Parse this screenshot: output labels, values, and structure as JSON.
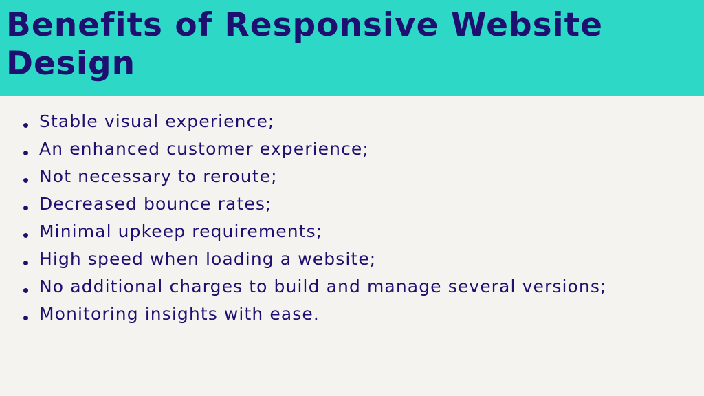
{
  "slide": {
    "title": "Benefits of Responsive Website Design",
    "bullets": [
      "Stable visual experience;",
      "An enhanced customer experience;",
      "Not necessary to reroute;",
      "Decreased bounce rates;",
      "Minimal upkeep requirements;",
      "High speed when loading a website;",
      "No additional charges to build and manage several versions;",
      "Monitoring insights with ease."
    ]
  },
  "colors": {
    "title_band": "#2ed8c6",
    "text": "#1e1070",
    "background": "#f4f3ef"
  }
}
